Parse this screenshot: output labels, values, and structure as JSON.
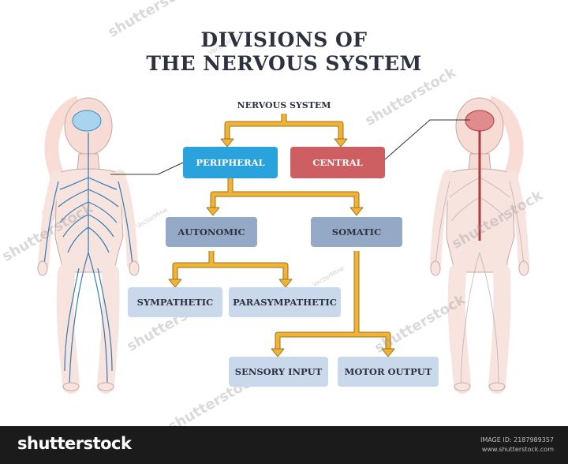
{
  "title": {
    "line1": "DIVISIONS OF",
    "line2": "THE NERVOUS SYSTEM"
  },
  "diagram": {
    "root": "NERVOUS SYSTEM",
    "peripheral": "PERIPHERAL",
    "central": "CENTRAL",
    "autonomic": "AUTONOMIC",
    "somatic": "SOMATIC",
    "sympathetic": "SYMPATHETIC",
    "parasympathetic": "PARASYMPATHETIC",
    "sensory_input": "SENSORY INPUT",
    "motor_output": "MOTOR OUTPUT"
  },
  "colors": {
    "arrow": "#f2b233",
    "peripheral": "#2aa3dd",
    "central": "#cd5f63",
    "level2": "#93a9c6",
    "level3": "#c9d8ea",
    "nerves": "#1e6fb0",
    "spinal_cord": "#b23a3f"
  },
  "watermarks": {
    "brand": "shutterstock",
    "small": "VectorMine"
  },
  "footer": {
    "logo": "shutterstock",
    "image_id": "IMAGE ID: 2187989357",
    "site": "www.shutterstock.com"
  }
}
